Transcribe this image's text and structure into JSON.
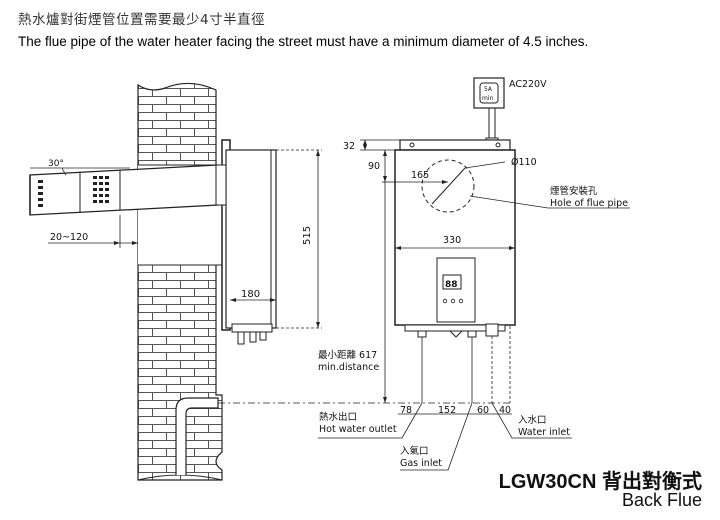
{
  "header": {
    "title_zh": "熱水爐對街煙管位置需要最少4寸半直徑",
    "title_en": "The flue pipe of the water heater facing the street must have a minimum diameter of 4.5 inches."
  },
  "side_view": {
    "angle_label": "30°",
    "offset_label": "20~120",
    "height_label": "515",
    "depth_label": "180"
  },
  "front_view": {
    "socket_label": "AC220V",
    "socket_rating": "5A",
    "socket_unit": "min",
    "top_gap_label": "32",
    "top_offset_label": "90",
    "hole_offset_label": "165",
    "hole_diameter_label": "Ø110",
    "hole_label_zh": "煙管安裝孔",
    "hole_label_en": "Hole of flue pipe",
    "width_label": "330",
    "display_text": "88",
    "min_distance_zh": "最小距離 617",
    "min_distance_en": "min.distance",
    "spacing_1": "78",
    "spacing_2": "152",
    "spacing_3": "60",
    "spacing_4": "40",
    "hot_outlet_zh": "熱水出口",
    "hot_outlet_en": "Hot water outlet",
    "gas_inlet_zh": "入氣口",
    "gas_inlet_en": "Gas inlet",
    "water_inlet_zh": "入水口",
    "water_inlet_en": "Water inlet"
  },
  "footer": {
    "model": "LGW30CN 背出對衡式",
    "subtitle": "Back Flue"
  }
}
